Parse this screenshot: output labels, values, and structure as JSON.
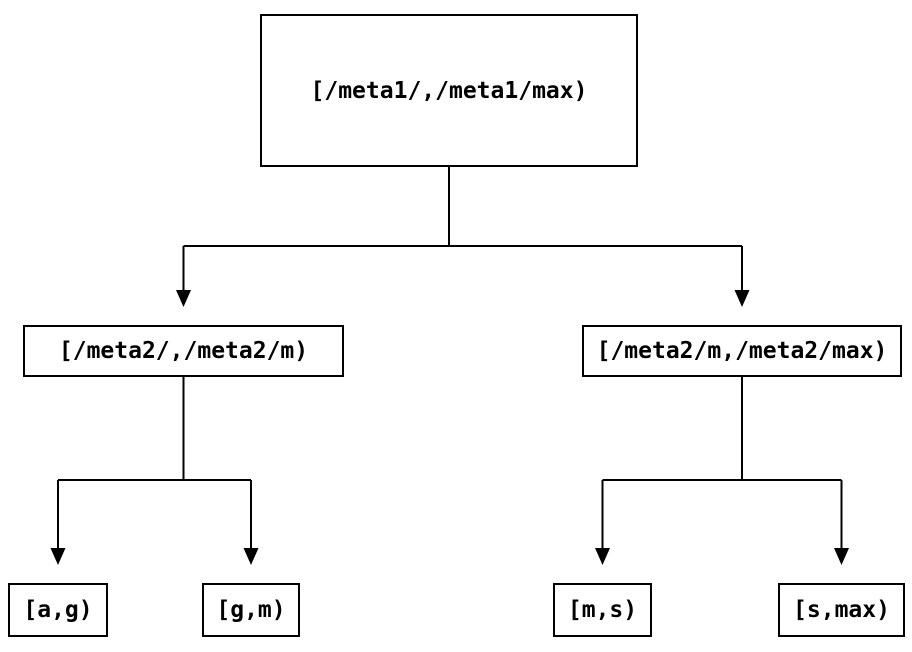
{
  "diagram": {
    "background_color": "#ffffff",
    "line_color": "#000000",
    "text_color": "#000000",
    "nodes": {
      "root": {
        "label": "[/meta1/,/meta1/max)"
      },
      "left": {
        "label": "[/meta2/,/meta2/m)"
      },
      "right": {
        "label": "[/meta2/m,/meta2/max)"
      },
      "left_left": {
        "label": "[a,g)"
      },
      "left_right": {
        "label": "[g,m)"
      },
      "right_left": {
        "label": "[m,s)"
      },
      "right_right": {
        "label": "[s,max)"
      }
    },
    "edges": [
      {
        "from": "root",
        "to": "left"
      },
      {
        "from": "root",
        "to": "right"
      },
      {
        "from": "left",
        "to": "left_left"
      },
      {
        "from": "left",
        "to": "left_right"
      },
      {
        "from": "right",
        "to": "right_left"
      },
      {
        "from": "right",
        "to": "right_right"
      }
    ]
  }
}
